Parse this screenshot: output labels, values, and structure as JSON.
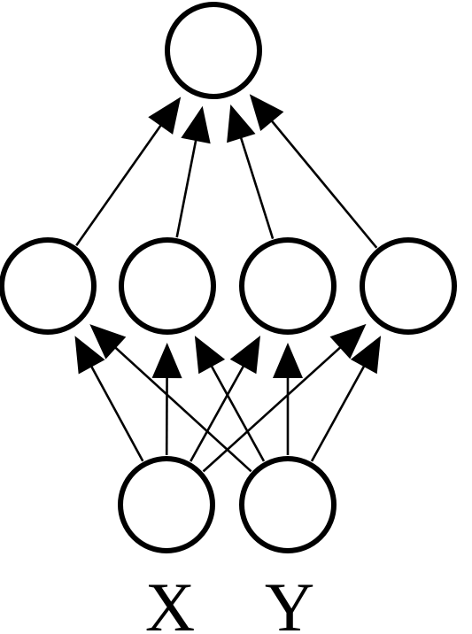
{
  "diagram": {
    "type": "feedforward-neural-network",
    "layers": [
      {
        "id": "input",
        "node_count": 2,
        "labels": [
          "X",
          "Y"
        ]
      },
      {
        "id": "hidden",
        "node_count": 4,
        "labels": []
      },
      {
        "id": "output",
        "node_count": 1,
        "labels": []
      }
    ],
    "connections": "fully-connected",
    "arrow_direction": "upward",
    "colors": {
      "stroke": "#000000",
      "fill": "#ffffff",
      "background": "#ffffff"
    }
  }
}
